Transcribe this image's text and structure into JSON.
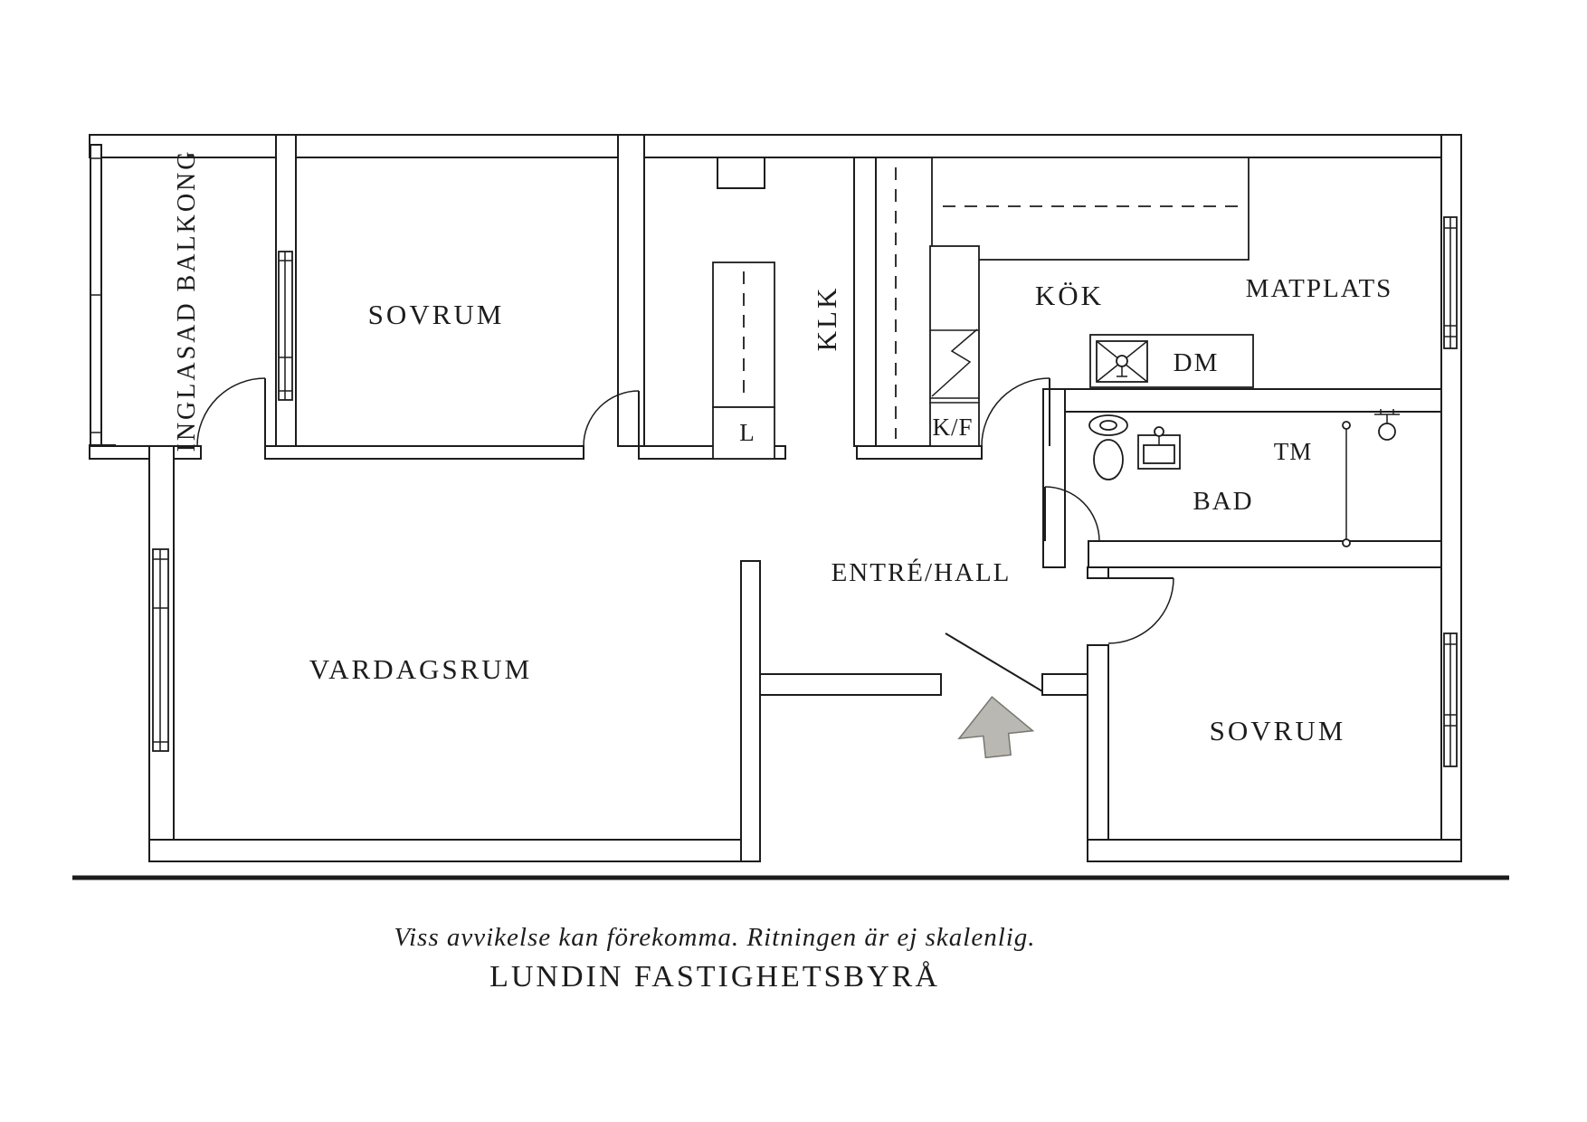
{
  "page": {
    "background": "#ffffff",
    "line_color": "#1c1c1c",
    "arrow_fill": "#b9b8b2",
    "arrow_stroke": "#77766f"
  },
  "floor_plan": {
    "rooms": [
      {
        "id": "glazed-balcony",
        "label": "INGLASAD BALKONG"
      },
      {
        "id": "bedroom-top",
        "label": "SOVRUM"
      },
      {
        "id": "closet-klk",
        "label": "KLK"
      },
      {
        "id": "kitchen",
        "label": "KÖK"
      },
      {
        "id": "dining-area",
        "label": "MATPLATS"
      },
      {
        "id": "bathroom",
        "label": "BAD"
      },
      {
        "id": "entry-hall",
        "label": "ENTRÉ/HALL"
      },
      {
        "id": "living-room",
        "label": "VARDAGSRUM"
      },
      {
        "id": "bedroom-bottom",
        "label": "SOVRUM"
      }
    ],
    "appliances": [
      {
        "id": "linen-cabinet",
        "label": "L"
      },
      {
        "id": "fridge-freezer",
        "label": "K/F"
      },
      {
        "id": "dishwasher",
        "label": "DM"
      },
      {
        "id": "washing-machine",
        "label": "TM"
      }
    ],
    "symbols": [
      {
        "id": "toilet-icon"
      },
      {
        "id": "bathroom-sink-icon"
      },
      {
        "id": "shower-curtain-icon"
      },
      {
        "id": "shower-head-icon"
      },
      {
        "id": "kitchen-sink-icon"
      },
      {
        "id": "stove-icon"
      },
      {
        "id": "entrance-arrow-icon"
      }
    ]
  },
  "footer": {
    "disclaimer": "Viss avvikelse kan förekomma. Ritningen är ej skalenlig.",
    "agency": "LUNDIN FASTIGHETSBYRÅ"
  }
}
